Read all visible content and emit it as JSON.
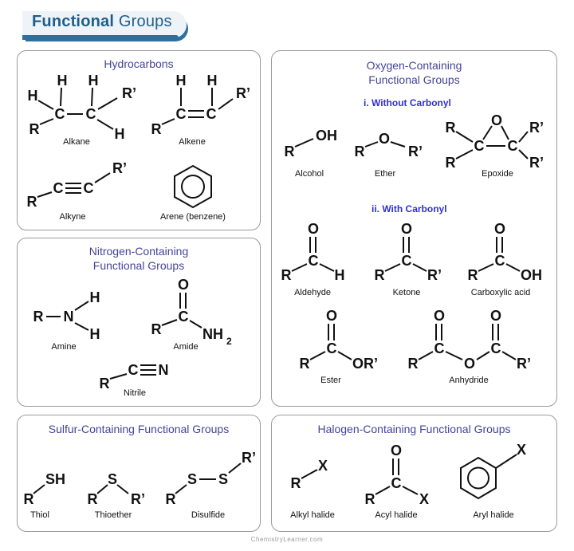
{
  "header": {
    "title_bold": "Functional",
    "title_rest": "Groups"
  },
  "panels": {
    "hydrocarbons": {
      "title": "Hydrocarbons",
      "labels": [
        "Alkane",
        "Alkene",
        "Alkyne",
        "Arene (benzene)"
      ]
    },
    "nitrogen": {
      "title_line1": "Nitrogen-Containing",
      "title_line2": "Functional Groups",
      "labels": [
        "Amine",
        "Amide",
        "Nitrile"
      ]
    },
    "oxygen": {
      "title_line1": "Oxygen-Containing",
      "title_line2": "Functional Groups",
      "sub1": "i. Without Carbonyl",
      "sub2": "ii. With Carbonyl",
      "labels": [
        "Alcohol",
        "Ether",
        "Epoxide",
        "Aldehyde",
        "Ketone",
        "Carboxylic acid",
        "Ester",
        "Anhydride"
      ]
    },
    "sulfur": {
      "title": "Sulfur-Containing Functional Groups",
      "labels": [
        "Thiol",
        "Thioether",
        "Disulfide"
      ]
    },
    "halogen": {
      "title": "Halogen-Containing Functional Groups",
      "labels": [
        "Alkyl halide",
        "Acyl halide",
        "Aryl halide"
      ]
    }
  },
  "footer": "ChemistryLearner.com",
  "colors": {
    "title": "#1f5e8c",
    "accent": "#2e6f9e",
    "panel_title": "#44449a",
    "subheading": "#3030d8",
    "border": "#9a9a9a"
  }
}
